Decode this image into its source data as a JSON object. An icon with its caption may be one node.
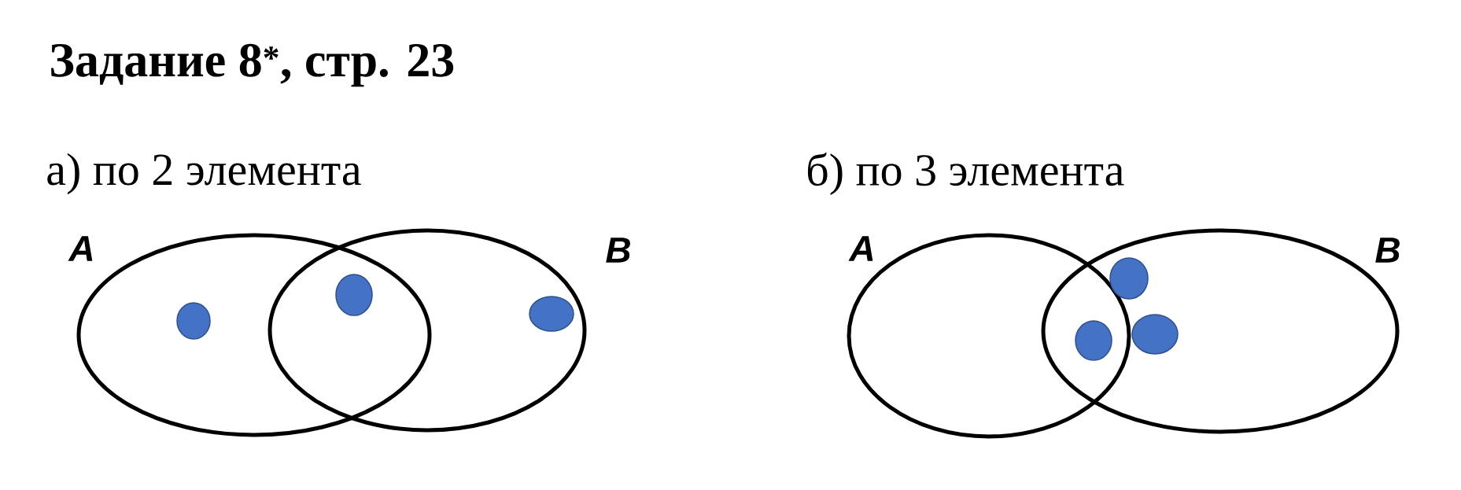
{
  "diagram": {
    "title": "Задание 8$^{*}$, стр. 23",
    "labels": [
      "а) по 2 элемента",
      "A",
      "B",
      "б) по 3 элемента",
      "A",
      "B"
    ]
  }
}
